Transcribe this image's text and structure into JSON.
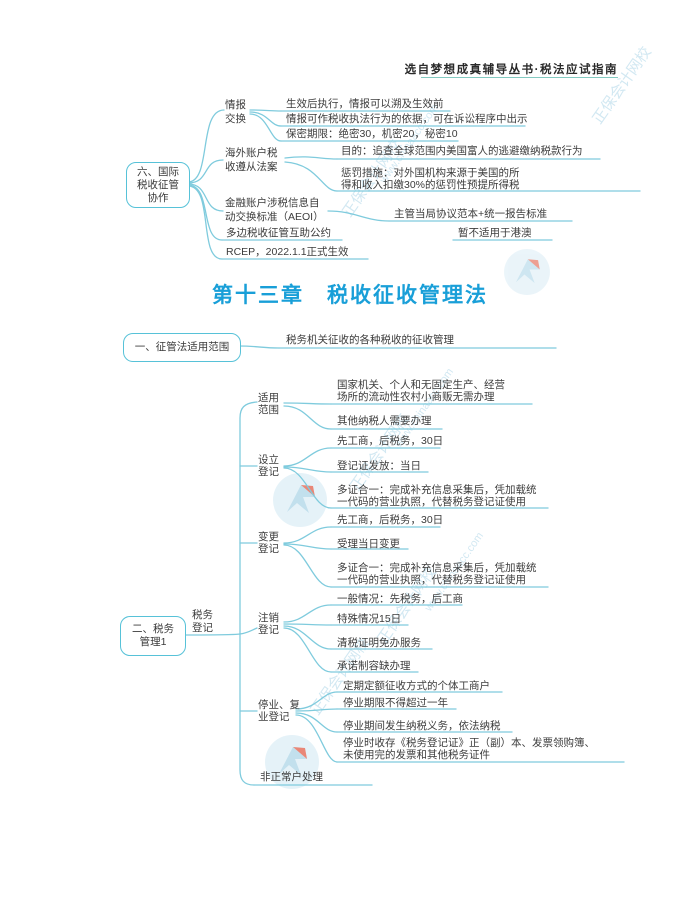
{
  "header": {
    "text": "选自梦想成真辅导丛书·税法应试指南"
  },
  "chapter": {
    "title": "第十三章　税收征收管理法"
  },
  "watermark": {
    "brand": "正保会计网校",
    "url": "www.chinaacc.com"
  },
  "colors": {
    "accent_blue": "#199fd8",
    "line_cyan": "#7fcbdd",
    "box_border": "#57c2d8",
    "header_rule": "#5ab8ac",
    "watermark": "#aed6e8",
    "logo_red": "#e2604a",
    "text": "#3c3c3c"
  },
  "map1": {
    "root": {
      "l1": "六、国际",
      "l2": "税收征管",
      "l3": "协作"
    },
    "b1": {
      "l1": "情报",
      "l2": "交换",
      "leaf1": "生效后执行，情报可以溯及生效前",
      "leaf2": "情报可作税收执法行为的依据，可在诉讼程序中出示",
      "leaf3": "保密期限：绝密30，机密20，秘密10"
    },
    "b2": {
      "l1": "海外账户税",
      "l2": "收遵从法案",
      "leaf1": "目的：追查全球范围内美国富人的逃避缴纳税款行为",
      "leaf2a": "惩罚措施：对外国机构来源于美国的所",
      "leaf2b": "得和收入扣缴30%的惩罚性预提所得税"
    },
    "b3": {
      "l1": "金融账户涉税信息自",
      "l2": "动交换标准（AEOI）",
      "leaf1": "主管当局协议范本+统一报告标准"
    },
    "b4": {
      "label": "多边税收征管互助公约",
      "leaf1": "暂不适用于港澳"
    },
    "b5": {
      "label": "RCEP，2022.1.1正式生效"
    }
  },
  "map2": {
    "root": "一、征管法适用范围",
    "leaf": "税务机关征收的各种税收的征收管理"
  },
  "map3": {
    "root": {
      "l1": "二、税务",
      "l2": "管理1"
    },
    "mid": {
      "l1": "税务",
      "l2": "登记"
    },
    "b1": {
      "l1": "适用",
      "l2": "范围",
      "leaf1a": "国家机关、个人和无固定生产、经营",
      "leaf1b": "场所的流动性农村小商贩无需办理",
      "leaf2": "其他纳税人需要办理"
    },
    "b2": {
      "l1": "设立",
      "l2": "登记",
      "leaf1": "先工商，后税务，30日",
      "leaf2": "登记证发放：当日",
      "leaf3a": "多证合一：完成补充信息采集后，凭加载统",
      "leaf3b": "一代码的营业执照，代替税务登记证使用"
    },
    "b3": {
      "l1": "变更",
      "l2": "登记",
      "leaf1": "先工商，后税务，30日",
      "leaf2": "受理当日变更",
      "leaf3a": "多证合一：完成补充信息采集后，凭加载统",
      "leaf3b": "一代码的营业执照，代替税务登记证使用"
    },
    "b4": {
      "l1": "注销",
      "l2": "登记",
      "leaf1": "一般情况：先税务，后工商",
      "leaf2": "特殊情况15日",
      "leaf3": "清税证明免办服务",
      "leaf4": "承诺制容缺办理"
    },
    "b5": {
      "l1": "停业、复",
      "l2": "业登记",
      "leaf1": "定期定额征收方式的个体工商户",
      "leaf2": "停业期限不得超过一年",
      "leaf3": "停业期间发生纳税义务，依法纳税",
      "leaf4a": "停业时收存《税务登记证》正（副）本、发票领购簿、",
      "leaf4b": "未使用完的发票和其他税务证件"
    },
    "b6": {
      "label": "非正常户处理"
    }
  }
}
